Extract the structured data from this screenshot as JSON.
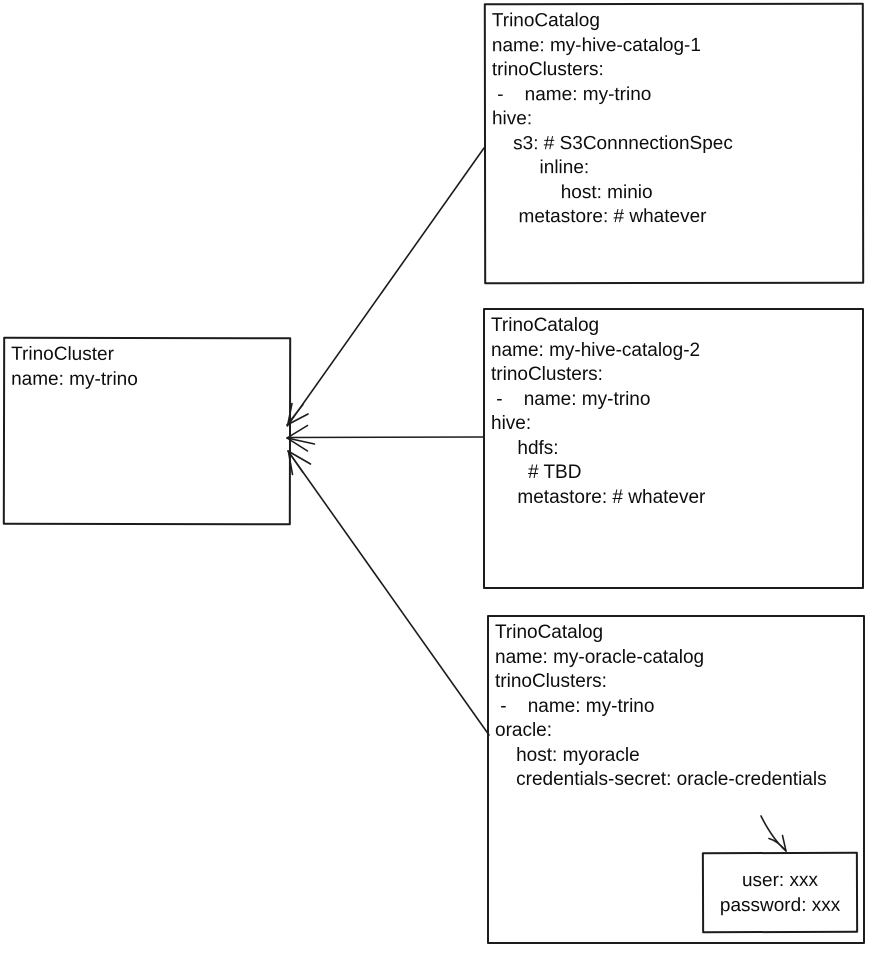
{
  "colors": {
    "stroke": "#1c1c1c",
    "text": "#0d0d0d",
    "background": "#ffffff"
  },
  "cluster_box": {
    "kind": "TrinoCluster",
    "name": "my-trino",
    "lines": [
      "TrinoCluster",
      "name: my-trino"
    ]
  },
  "catalog_boxes": [
    {
      "kind": "TrinoCatalog",
      "name": "my-hive-catalog-1",
      "lines": [
        "TrinoCatalog",
        "name: my-hive-catalog-1",
        "trinoClusters:",
        " -    name: my-trino",
        "hive:",
        "    s3: # S3ConnnectionSpec",
        "         inline:",
        "             host: minio",
        "     metastore: # whatever"
      ]
    },
    {
      "kind": "TrinoCatalog",
      "name": "my-hive-catalog-2",
      "lines": [
        "TrinoCatalog",
        "name: my-hive-catalog-2",
        "trinoClusters:",
        " -    name: my-trino",
        "hive:",
        "     hdfs:",
        "       # TBD",
        "     metastore: # whatever"
      ]
    },
    {
      "kind": "TrinoCatalog",
      "name": "my-oracle-catalog",
      "lines": [
        "TrinoCatalog",
        "name: my-oracle-catalog",
        "trinoClusters:",
        " -    name: my-trino",
        "oracle:",
        "    host: myoracle",
        "    credentials-secret: oracle-credentials"
      ]
    }
  ],
  "secret_box": {
    "lines": [
      "user: xxx",
      "password: xxx"
    ]
  }
}
